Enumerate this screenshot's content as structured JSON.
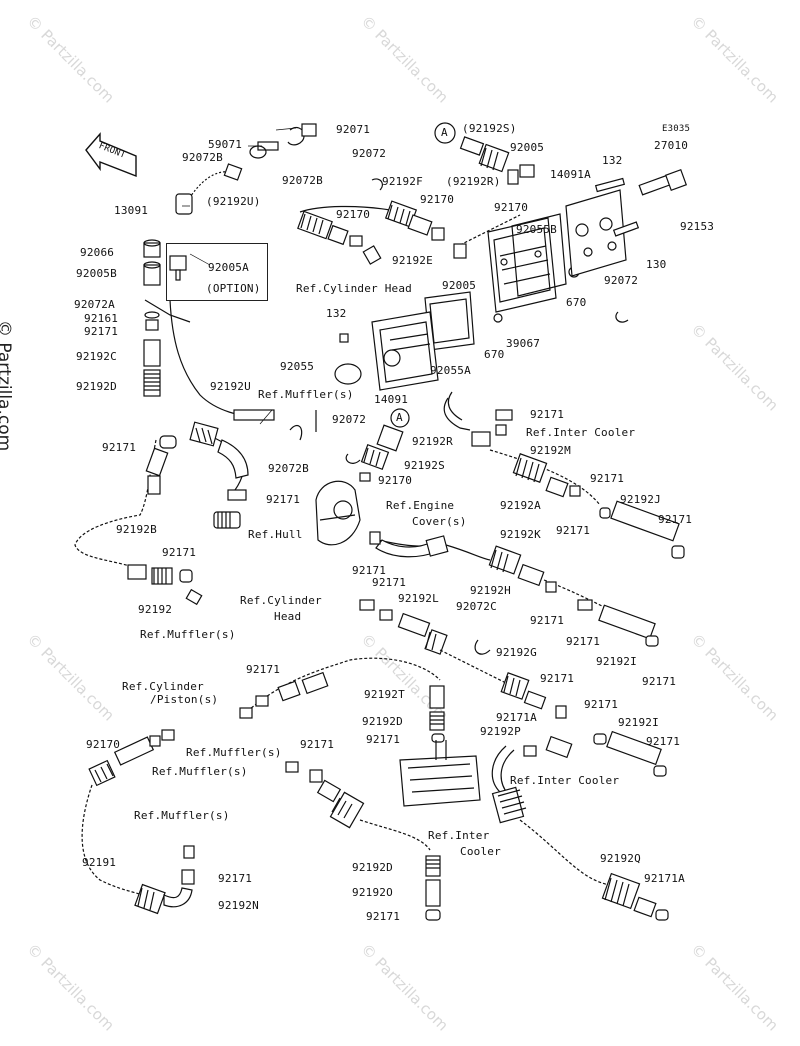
{
  "diagram": {
    "code": "E3035",
    "front_label": "FRONT",
    "watermark": "© Partzilla.com",
    "side_watermark": "© Partzilla.com",
    "option_label": "(OPTION)",
    "labels": [
      {
        "id": "l1",
        "text": "59071"
      },
      {
        "id": "l2",
        "text": "92072B"
      },
      {
        "id": "l3",
        "text": "92071"
      },
      {
        "id": "l4",
        "text": "92072B"
      },
      {
        "id": "l5",
        "text": "13091"
      },
      {
        "id": "l6",
        "text": "(92192U)"
      },
      {
        "id": "l7",
        "text": "92066"
      },
      {
        "id": "l8",
        "text": "92005B"
      },
      {
        "id": "l9",
        "text": "92005A"
      },
      {
        "id": "l10",
        "text": "92072A"
      },
      {
        "id": "l11",
        "text": "92161"
      },
      {
        "id": "l12",
        "text": "92171"
      },
      {
        "id": "l13",
        "text": "92192C"
      },
      {
        "id": "l14",
        "text": "92192D"
      },
      {
        "id": "l15",
        "text": "92171"
      },
      {
        "id": "l16",
        "text": "92192U"
      },
      {
        "id": "l17",
        "text": "92072B"
      },
      {
        "id": "l18",
        "text": "92171"
      },
      {
        "id": "l19",
        "text": "Ref.Hull"
      },
      {
        "id": "l20",
        "text": "92192B"
      },
      {
        "id": "l21",
        "text": "92171"
      },
      {
        "id": "l22",
        "text": "92192"
      },
      {
        "id": "l23",
        "text": "Ref.Muffler(s)"
      },
      {
        "id": "l24",
        "text": "92072"
      },
      {
        "id": "l25",
        "text": "92192F"
      },
      {
        "id": "l26",
        "text": "92170"
      },
      {
        "id": "l27",
        "text": "92170"
      },
      {
        "id": "l28",
        "text": "92192E"
      },
      {
        "id": "l29",
        "text": "Ref.Cylinder Head"
      },
      {
        "id": "l30",
        "text": "(92192S)"
      },
      {
        "id": "l31",
        "text": "(92192R)"
      },
      {
        "id": "l32",
        "text": "92005"
      },
      {
        "id": "l33",
        "text": "92170"
      },
      {
        "id": "l34",
        "text": "92005"
      },
      {
        "id": "l35",
        "text": "92055B"
      },
      {
        "id": "l36",
        "text": "132"
      },
      {
        "id": "l37",
        "text": "27010"
      },
      {
        "id": "l38",
        "text": "14091A"
      },
      {
        "id": "l39",
        "text": "92153"
      },
      {
        "id": "l40",
        "text": "130"
      },
      {
        "id": "l41",
        "text": "670"
      },
      {
        "id": "l42",
        "text": "92072"
      },
      {
        "id": "l43",
        "text": "39067"
      },
      {
        "id": "l44",
        "text": "670"
      },
      {
        "id": "l45",
        "text": "132"
      },
      {
        "id": "l46",
        "text": "92055"
      },
      {
        "id": "l47",
        "text": "92055A"
      },
      {
        "id": "l48",
        "text": "14091"
      },
      {
        "id": "l49",
        "text": "Ref.Muffler(s)"
      },
      {
        "id": "l50",
        "text": "92072"
      },
      {
        "id": "l51",
        "text": "92192R"
      },
      {
        "id": "l52",
        "text": "92192S"
      },
      {
        "id": "l53",
        "text": "92170"
      },
      {
        "id": "l54",
        "text": "92171"
      },
      {
        "id": "l55",
        "text": "Ref.Inter Cooler"
      },
      {
        "id": "l56",
        "text": "92192M"
      },
      {
        "id": "l57",
        "text": "92171"
      },
      {
        "id": "l58",
        "text": "92192A"
      },
      {
        "id": "l59",
        "text": "92192J"
      },
      {
        "id": "l60",
        "text": "92171"
      },
      {
        "id": "l61",
        "text": "92171"
      },
      {
        "id": "l62",
        "text": "Ref.Engine"
      },
      {
        "id": "l63",
        "text": "Cover(s)"
      },
      {
        "id": "l64",
        "text": "92192K"
      },
      {
        "id": "l65",
        "text": "92171"
      },
      {
        "id": "l66",
        "text": "92171"
      },
      {
        "id": "l67",
        "text": "92192H"
      },
      {
        "id": "l68",
        "text": "Ref.Cylinder"
      },
      {
        "id": "l69",
        "text": "Head"
      },
      {
        "id": "l70",
        "text": "92192L"
      },
      {
        "id": "l71",
        "text": "92072C"
      },
      {
        "id": "l72",
        "text": "92171"
      },
      {
        "id": "l73",
        "text": "92171"
      },
      {
        "id": "l74",
        "text": "92192I"
      },
      {
        "id": "l75",
        "text": "92171"
      },
      {
        "id": "l76",
        "text": "92192G"
      },
      {
        "id": "l77",
        "text": "Ref.Cylinder"
      },
      {
        "id": "l78",
        "text": "/Piston(s)"
      },
      {
        "id": "l79",
        "text": "92171"
      },
      {
        "id": "l80",
        "text": "92192T"
      },
      {
        "id": "l81",
        "text": "92171"
      },
      {
        "id": "l82",
        "text": "92192D"
      },
      {
        "id": "l83",
        "text": "92171A"
      },
      {
        "id": "l84",
        "text": "92171"
      },
      {
        "id": "l85",
        "text": "92192I"
      },
      {
        "id": "l86",
        "text": "92171"
      },
      {
        "id": "l87",
        "text": "92192P"
      },
      {
        "id": "l88",
        "text": "92170"
      },
      {
        "id": "l89",
        "text": "Ref.Muffler(s)"
      },
      {
        "id": "l90",
        "text": "92171"
      },
      {
        "id": "l91",
        "text": "Ref.Muffler(s)"
      },
      {
        "id": "l92",
        "text": "92171"
      },
      {
        "id": "l93",
        "text": "Ref.Inter Cooler"
      },
      {
        "id": "l94",
        "text": "Ref.Muffler(s)"
      },
      {
        "id": "l95",
        "text": "Ref.Inter"
      },
      {
        "id": "l96",
        "text": "Cooler"
      },
      {
        "id": "l97",
        "text": "92191"
      },
      {
        "id": "l98",
        "text": "92171"
      },
      {
        "id": "l99",
        "text": "92192N"
      },
      {
        "id": "l100",
        "text": "92192D"
      },
      {
        "id": "l101",
        "text": "92192O"
      },
      {
        "id": "l102",
        "text": "92171"
      },
      {
        "id": "l103",
        "text": "92192Q"
      },
      {
        "id": "l104",
        "text": "92171A"
      },
      {
        "id": "l105",
        "text": "A"
      },
      {
        "id": "l106",
        "text": "A"
      }
    ]
  }
}
